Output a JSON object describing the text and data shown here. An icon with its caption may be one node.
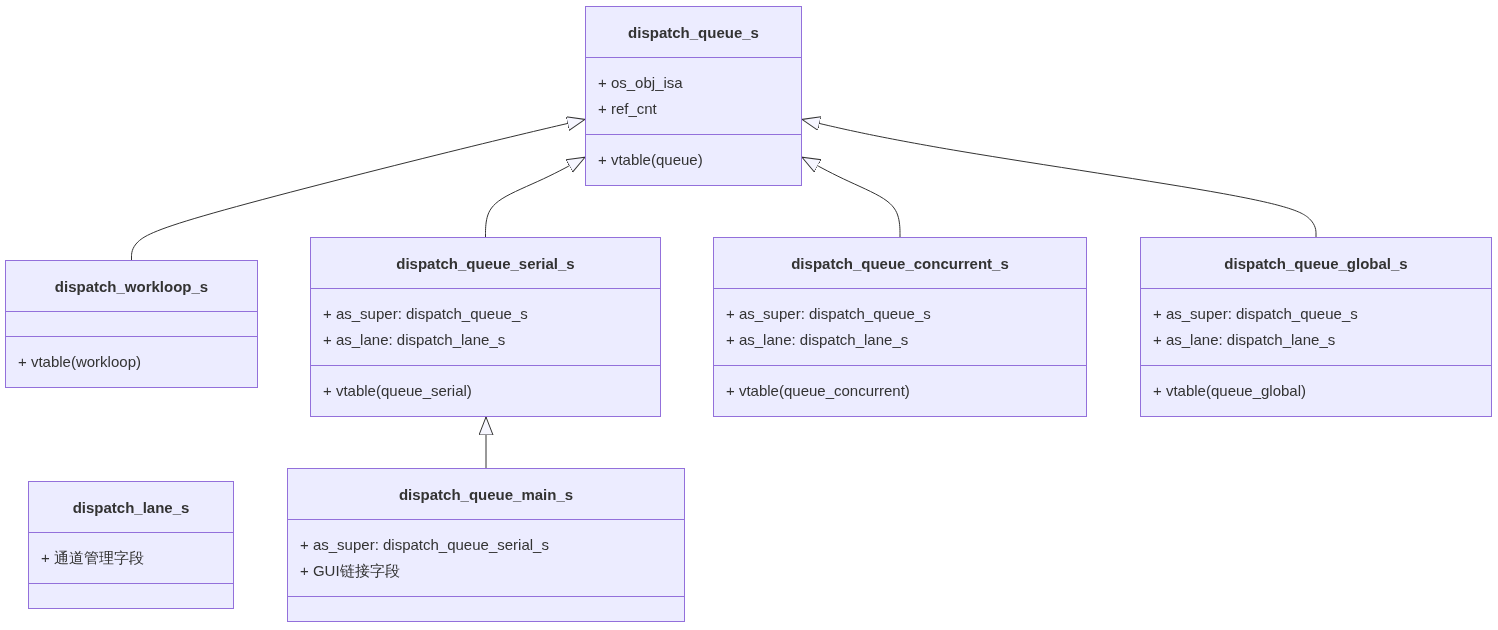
{
  "diagram": {
    "nodes": [
      {
        "text": [
          "dispatch_queue_s",
          "+ os_obj_isa",
          "+ ref_cnt",
          "+ vtable(queue)"
        ]
      },
      {
        "text": [
          "dispatch_workloop_s",
          "+ vtable(workloop)"
        ]
      },
      {
        "text": [
          "dispatch_queue_serial_s",
          "+ as_super: dispatch_queue_s",
          "+ as_lane: dispatch_lane_s",
          "+ vtable(queue_serial)"
        ]
      },
      {
        "text": [
          "dispatch_queue_concurrent_s",
          "+ as_super: dispatch_queue_s",
          "+ as_lane: dispatch_lane_s",
          "+ vtable(queue_concurrent)"
        ]
      },
      {
        "text": [
          "dispatch_queue_global_s",
          "+ as_super: dispatch_queue_s",
          "+ as_lane: dispatch_lane_s",
          "+ vtable(queue_global)"
        ]
      },
      {
        "text": [
          "dispatch_lane_s",
          "+ 通道管理字段"
        ]
      },
      {
        "text": [
          "dispatch_queue_main_s",
          "+ as_super: dispatch_queue_serial_s",
          "+ GUI链接字段"
        ]
      }
    ],
    "edges": [
      {
        "from": 1,
        "to": 0,
        "arrow": "to"
      },
      {
        "from": 2,
        "to": 0,
        "arrow": "to"
      },
      {
        "from": 3,
        "to": 0,
        "arrow": "to"
      },
      {
        "from": 4,
        "to": 0,
        "arrow": "to"
      },
      {
        "from": 6,
        "to": 2,
        "arrow": "to"
      }
    ]
  }
}
